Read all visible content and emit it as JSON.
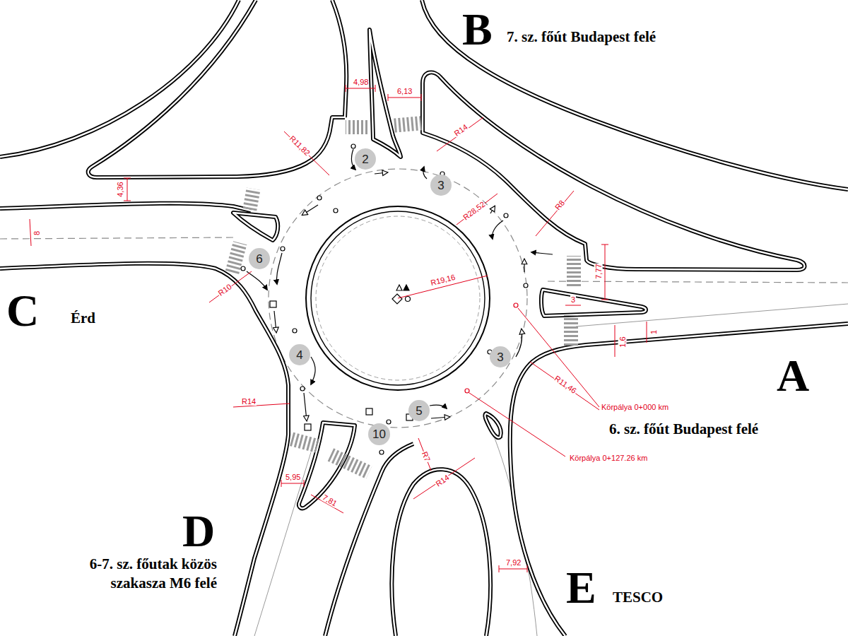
{
  "diagram": {
    "nodes": [
      {
        "text": [
          "2"
        ]
      },
      {
        "text": [
          "3"
        ]
      },
      {
        "text": [
          "6"
        ]
      },
      {
        "text": [
          "4"
        ]
      },
      {
        "text": [
          "3"
        ]
      },
      {
        "text": [
          "5"
        ]
      },
      {
        "text": [
          "10"
        ]
      }
    ],
    "labels": [
      "B",
      "7. sz. főút Budapest felé",
      "C",
      "Érd",
      "A",
      "6. sz. főút Budapest felé",
      "D",
      "6-7. sz. főutak közös szakasza M6 felé",
      "E",
      "TESCO",
      "4,98",
      "6,13",
      "R11,82",
      "R14",
      "4,36",
      "8",
      "R28,52",
      "R8",
      "7,77",
      "3",
      "R19,16",
      "R10",
      "1",
      "1,6",
      "R11,46",
      "Körpálya 0+000 km",
      "R14",
      "R7",
      "Körpálya 0+127.26 km",
      "R14",
      "5,95",
      "7,81",
      "7,92"
    ]
  }
}
